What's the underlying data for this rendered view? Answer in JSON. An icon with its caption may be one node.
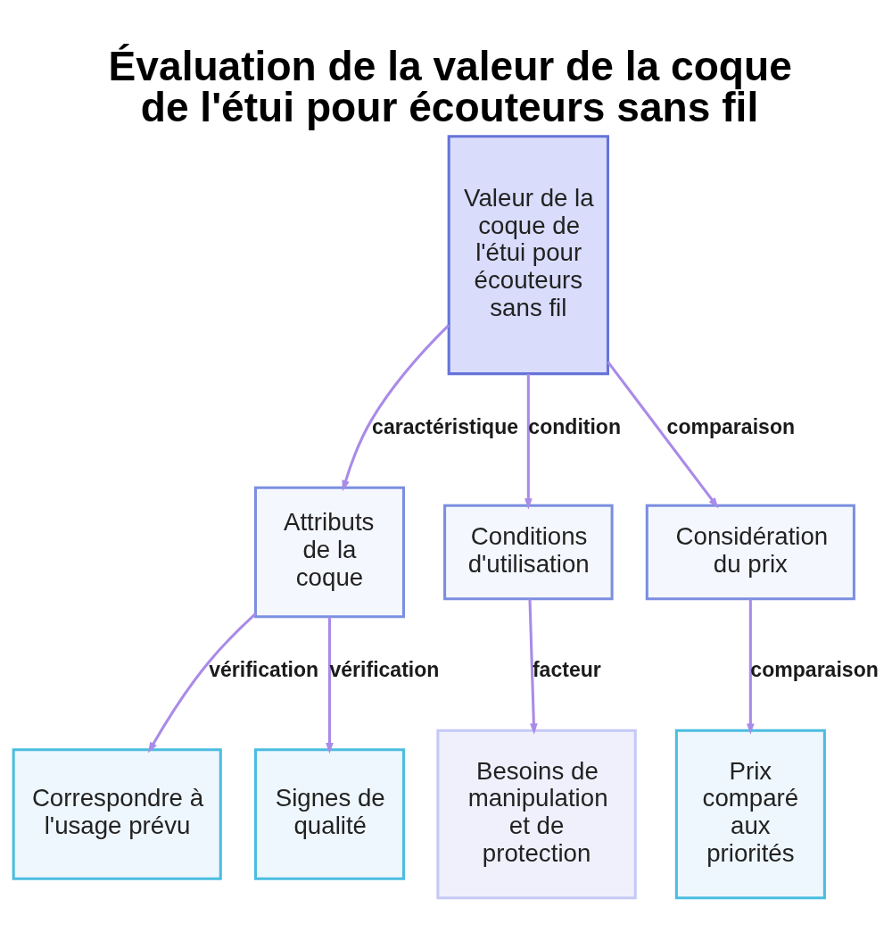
{
  "diagram": {
    "title": "Évaluation de la valeur de la coque de l'étui pour écouteurs sans fil",
    "nodes": [
      {
        "text": [
          "Valeur de la coque de l'étui pour écouteurs sans fil"
        ]
      },
      {
        "text": [
          "Attributs de la coque"
        ]
      },
      {
        "text": [
          "Conditions d'utilisation"
        ]
      },
      {
        "text": [
          "Considération du prix"
        ]
      },
      {
        "text": [
          "Correspondre à l'usage prévu"
        ]
      },
      {
        "text": [
          "Signes de qualité"
        ]
      },
      {
        "text": [
          "Besoins de manipulation et de protection"
        ]
      },
      {
        "text": [
          "Prix comparé aux priorités"
        ]
      }
    ],
    "edges": [
      {
        "from": 0,
        "to": 1,
        "arrow": "to",
        "label": "caractéristique"
      },
      {
        "from": 0,
        "to": 2,
        "arrow": "to",
        "label": "condition"
      },
      {
        "from": 0,
        "to": 3,
        "arrow": "to",
        "label": "comparaison"
      },
      {
        "from": 1,
        "to": 4,
        "arrow": "to",
        "label": "vérification"
      },
      {
        "from": 1,
        "to": 5,
        "arrow": "to",
        "label": "vérification"
      },
      {
        "from": 2,
        "to": 6,
        "arrow": "to",
        "label": "facteur"
      },
      {
        "from": 3,
        "to": 7,
        "arrow": "to",
        "label": "comparaison"
      }
    ]
  }
}
